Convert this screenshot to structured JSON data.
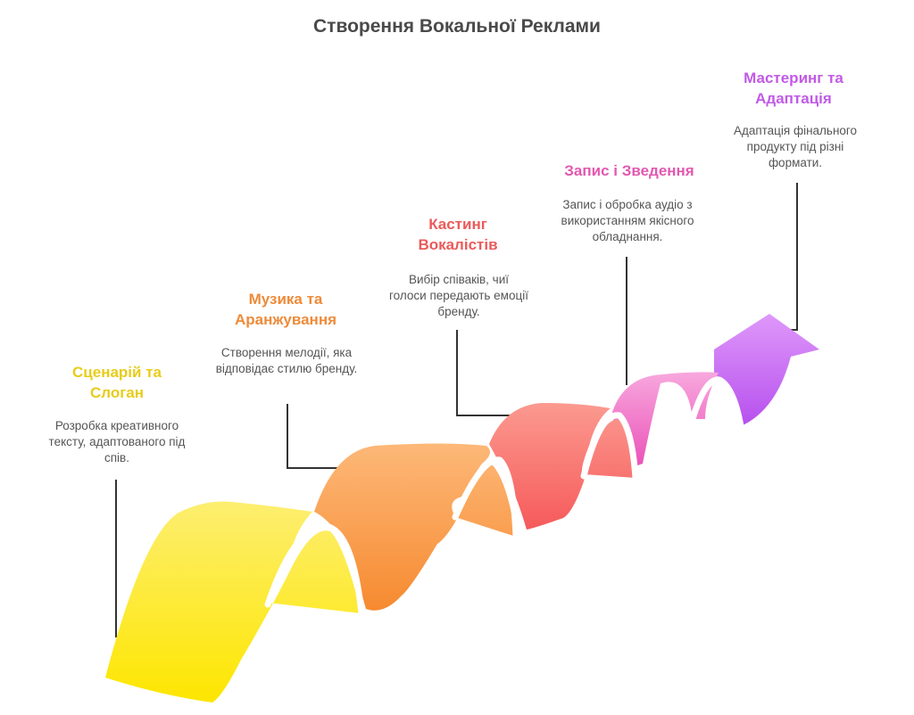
{
  "title": "Створення Вокальної Реклами",
  "steps": [
    {
      "title": "Сценарій та Слоган",
      "desc": "Розробка креативного тексту, адаптованого під спів.",
      "color": "#e8cc1a"
    },
    {
      "title": "Музика та Аранжування",
      "desc": "Створення мелодії, яка відповідає стилю бренду.",
      "color": "#ee8b3a"
    },
    {
      "title": "Кастинг Вокалістів",
      "desc": "Вибір співаків, чиї голоси передають емоції бренду.",
      "color": "#eb5a5a"
    },
    {
      "title": "Запис і Зведення",
      "desc": "Запис і обробка аудіо з використанням якісного обладнання.",
      "color": "#e358b0"
    },
    {
      "title": "Мастеринг та Адаптація",
      "desc": "Адаптація фінального продукту під різні формати.",
      "color": "#c15ae6"
    }
  ]
}
